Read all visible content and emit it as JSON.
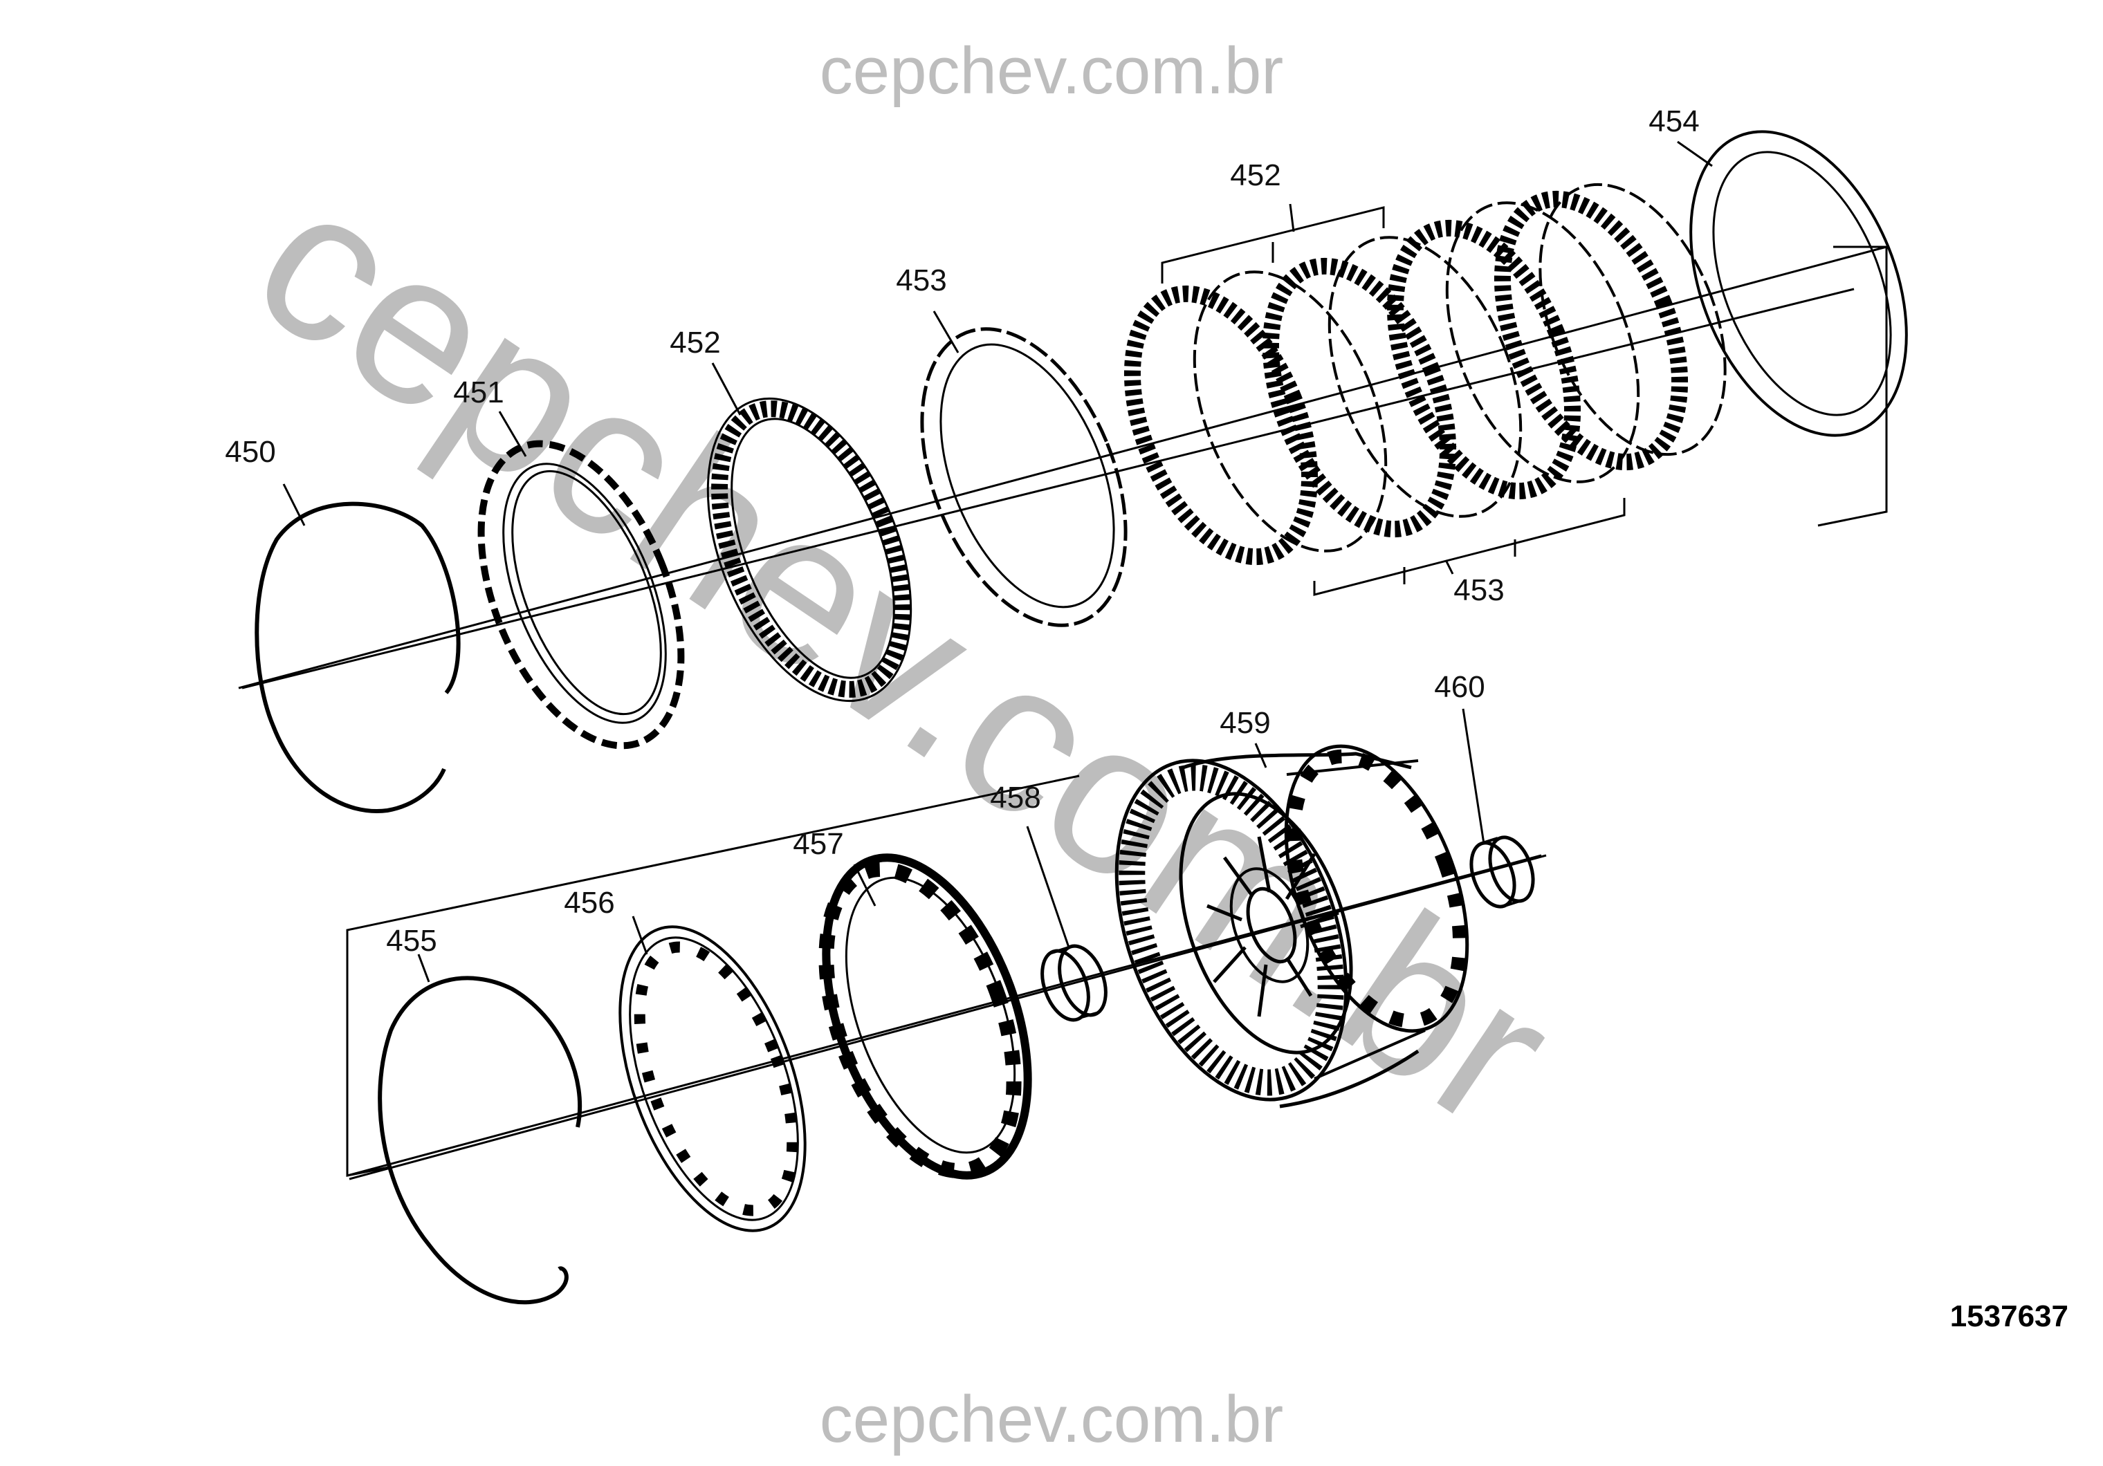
{
  "watermark": {
    "top": "cepchev.com.br",
    "bottom": "cepchev.com.br",
    "diagonal": "cepchev.com.br",
    "color": "#bdbdbd"
  },
  "figure_id": "1537637",
  "callouts": {
    "c450": "450",
    "c451": "451",
    "c452a": "452",
    "c452b": "452",
    "c453a": "453",
    "c453b": "453",
    "c454": "454",
    "c455": "455",
    "c456": "456",
    "c457": "457",
    "c458": "458",
    "c459": "459",
    "c460": "460"
  }
}
